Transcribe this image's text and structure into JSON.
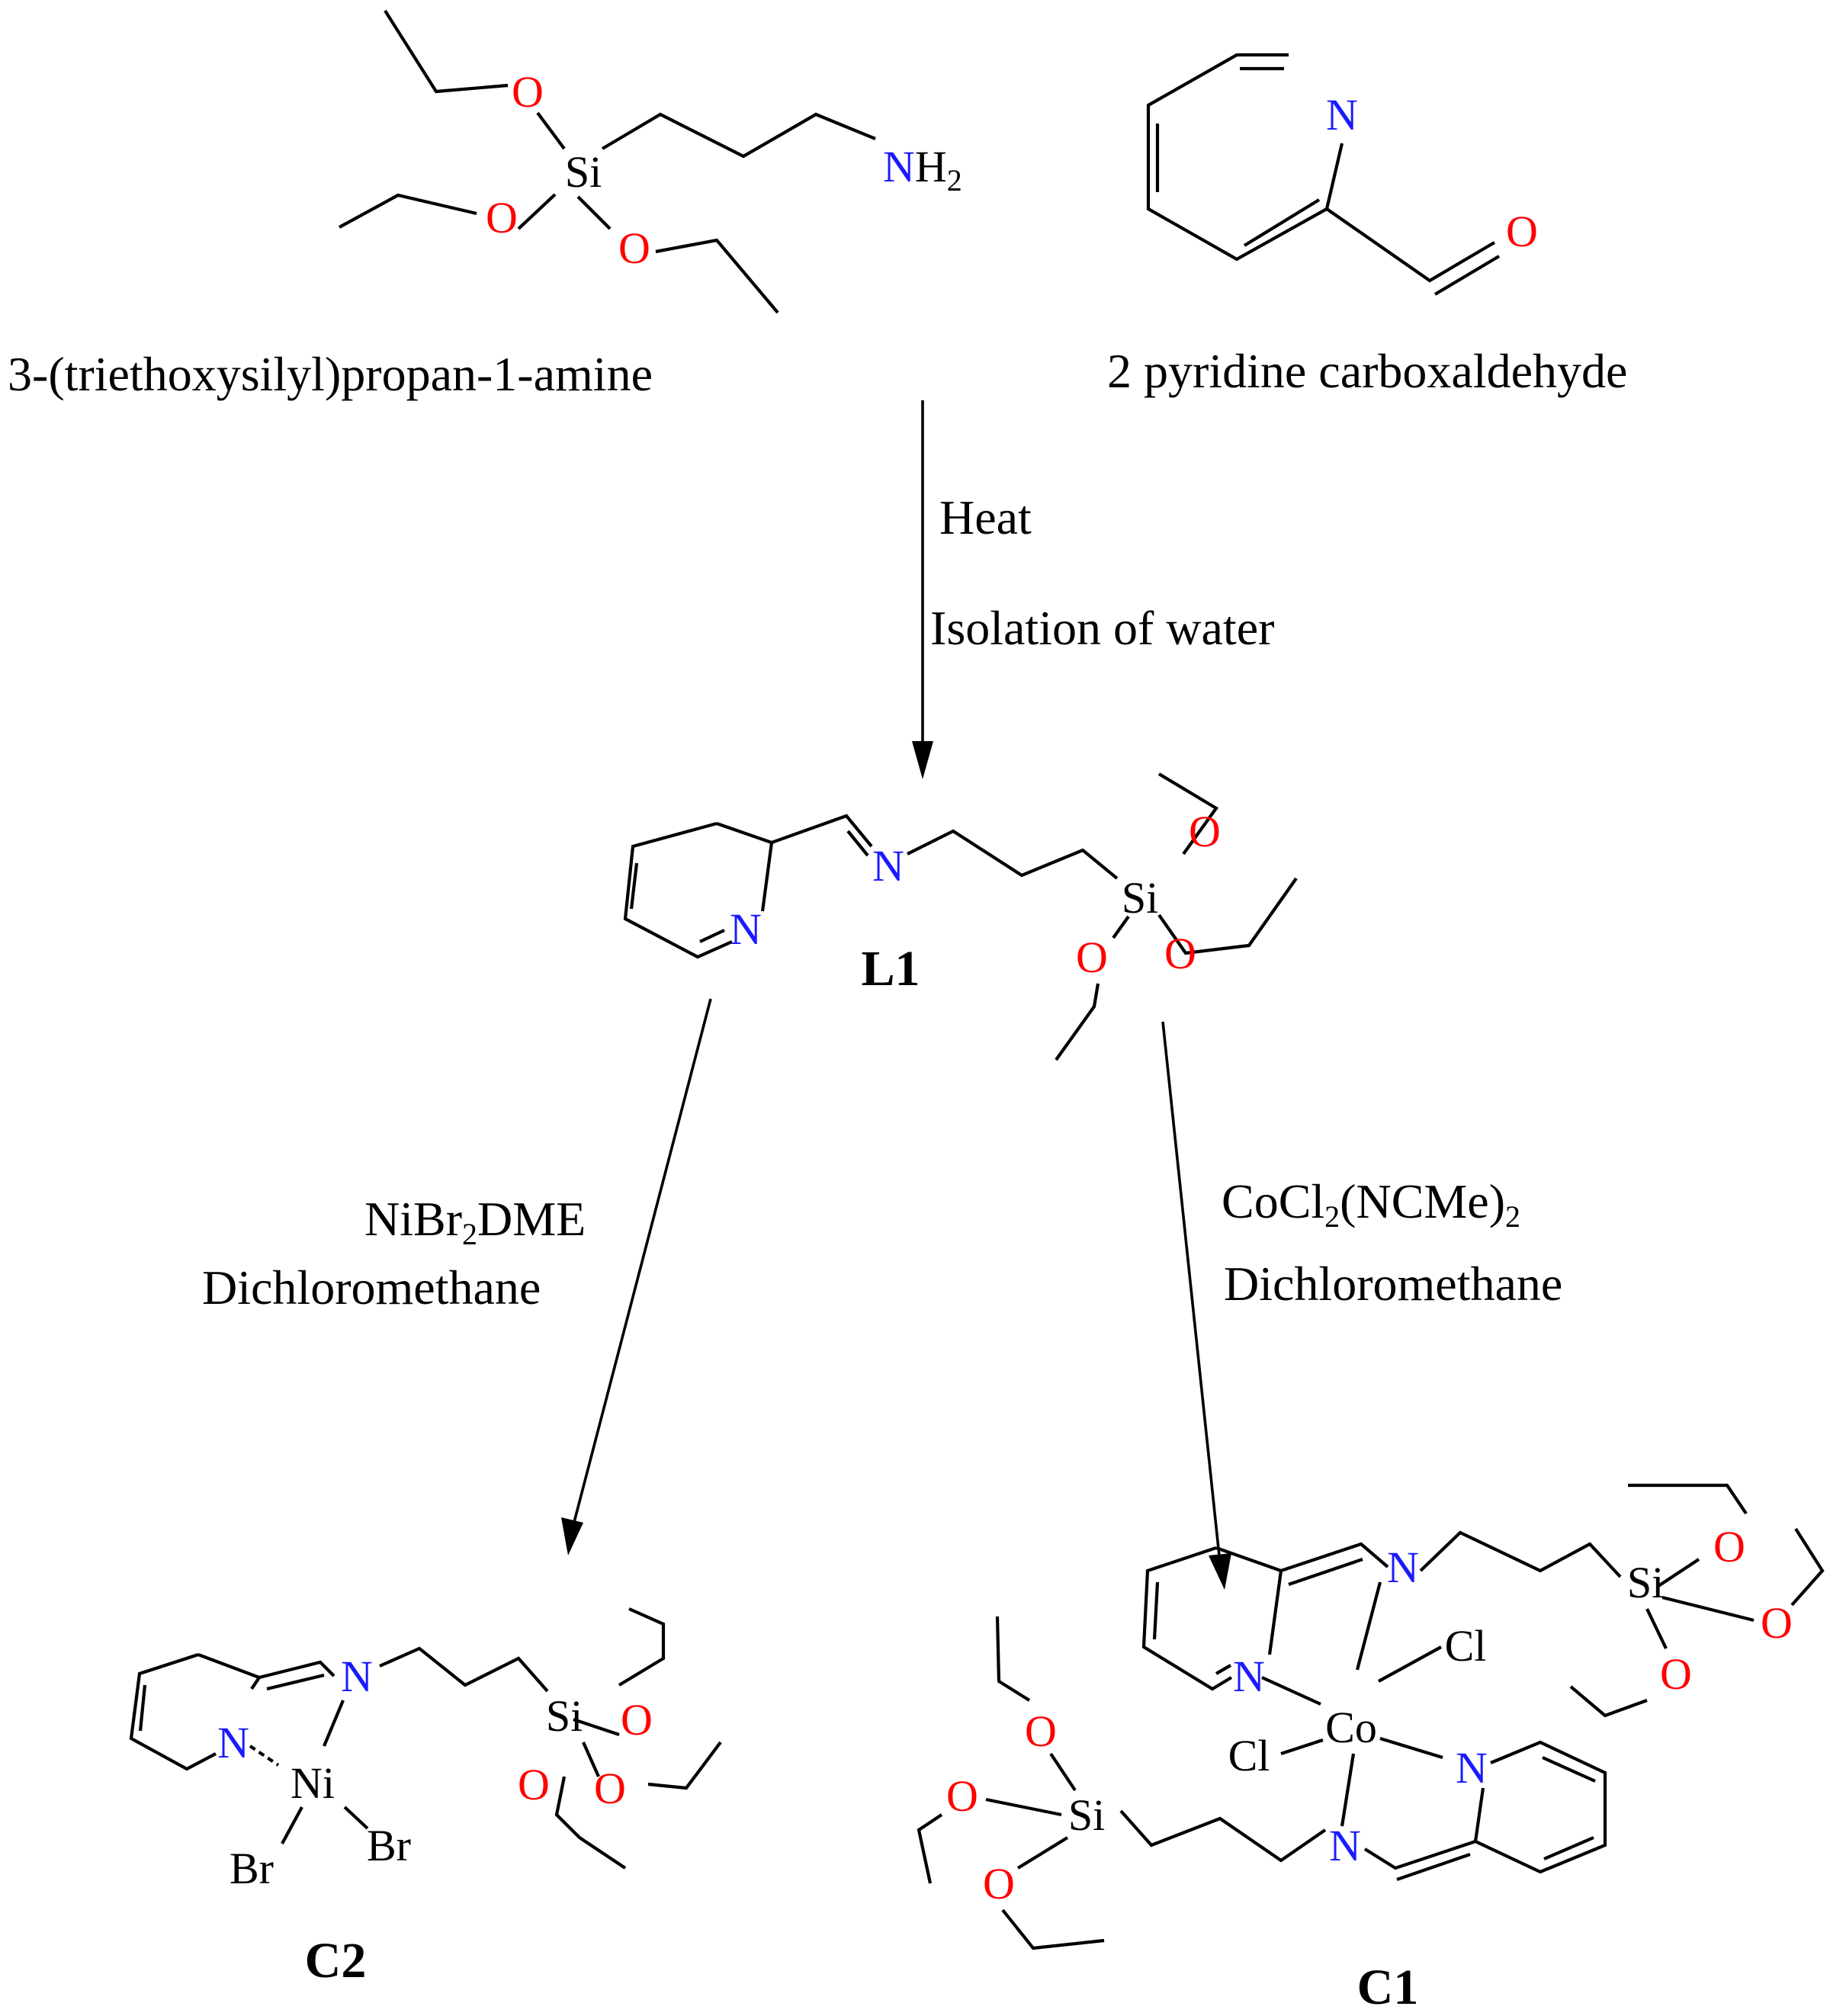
{
  "reactant1": {
    "name": "3-(triethoxysilyl)propan-1-amine",
    "atoms": {
      "O1": "O",
      "O2": "O",
      "O3": "O",
      "Si": "Si",
      "N": "N",
      "H": "H",
      "H_sub": "2"
    }
  },
  "reactant2": {
    "name": "2 pyridine carboxaldehyde",
    "atoms": {
      "N": "N",
      "O": "O"
    }
  },
  "step1": {
    "line1": "Heat",
    "line2": "Isolation of water"
  },
  "ligand": {
    "label": "L1",
    "atoms": {
      "N_py": "N",
      "N_im": "N",
      "Si": "Si",
      "O1": "O",
      "O2": "O",
      "O3": "O"
    }
  },
  "step_left": {
    "reagent_a": "NiBr",
    "reagent_sub": "2",
    "reagent_b": "DME",
    "solvent": "Dichloromethane"
  },
  "step_right": {
    "reagent_a": "CoCl",
    "reagent_sub1": "2",
    "reagent_b": "(NCMe)",
    "reagent_sub2": "2",
    "solvent": "Dichloromethane"
  },
  "complex_c2": {
    "label": "C2",
    "atoms": {
      "N_py": "N",
      "N_im": "N",
      "Ni": "Ni",
      "Br1": "Br",
      "Br2": "Br",
      "Si": "Si",
      "O1": "O",
      "O2": "O",
      "O3": "O"
    }
  },
  "complex_c1": {
    "label": "C1",
    "atoms": {
      "N_py_top": "N",
      "N_im_top": "N",
      "Co": "Co",
      "Cl1": "Cl",
      "Cl2": "Cl",
      "N_py_bot": "N",
      "N_im_bot": "N",
      "Si_top": "Si",
      "Si_bot": "Si",
      "O": "O"
    }
  },
  "colors": {
    "nitrogen": "#1a1aff",
    "oxygen": "#ff0000",
    "carbon_bonds": "#000000"
  }
}
